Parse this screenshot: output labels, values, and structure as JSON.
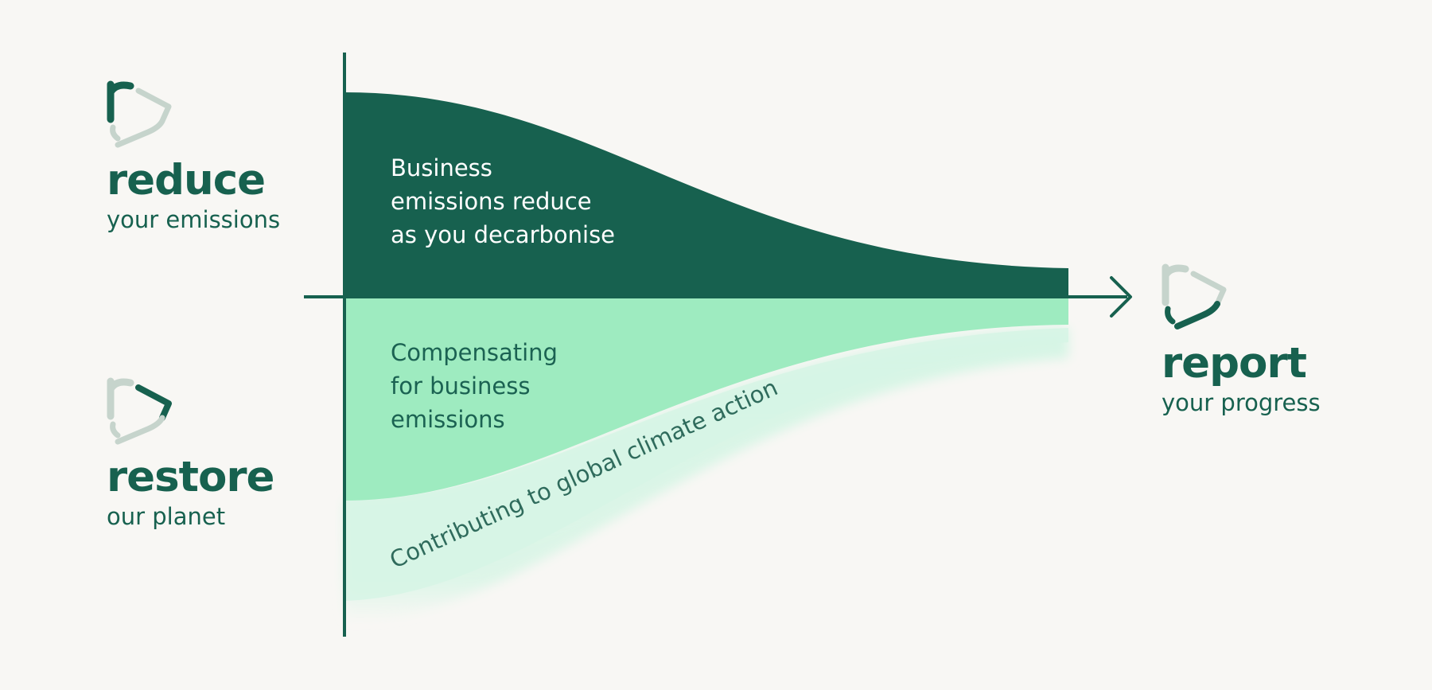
{
  "colors": {
    "dark_green": "#17614f",
    "mint": "#9eebc0",
    "pale_mint": "#d6f5e5",
    "logo_grey": "#c6d4cc",
    "background": "#f8f7f4"
  },
  "steps": {
    "reduce": {
      "title": "reduce",
      "subtitle": "your emissions",
      "icon": "reduce-logo-icon"
    },
    "restore": {
      "title": "restore",
      "subtitle": "our planet",
      "icon": "restore-logo-icon"
    },
    "report": {
      "title": "report",
      "subtitle": "your progress",
      "icon": "report-logo-icon"
    }
  },
  "areas": {
    "reduce": [
      "Business",
      "emissions reduce",
      "as you decarbonise"
    ],
    "compensate": [
      "Compensating",
      "for business",
      "emissions"
    ],
    "contribute": "Contributing to global climate action"
  }
}
